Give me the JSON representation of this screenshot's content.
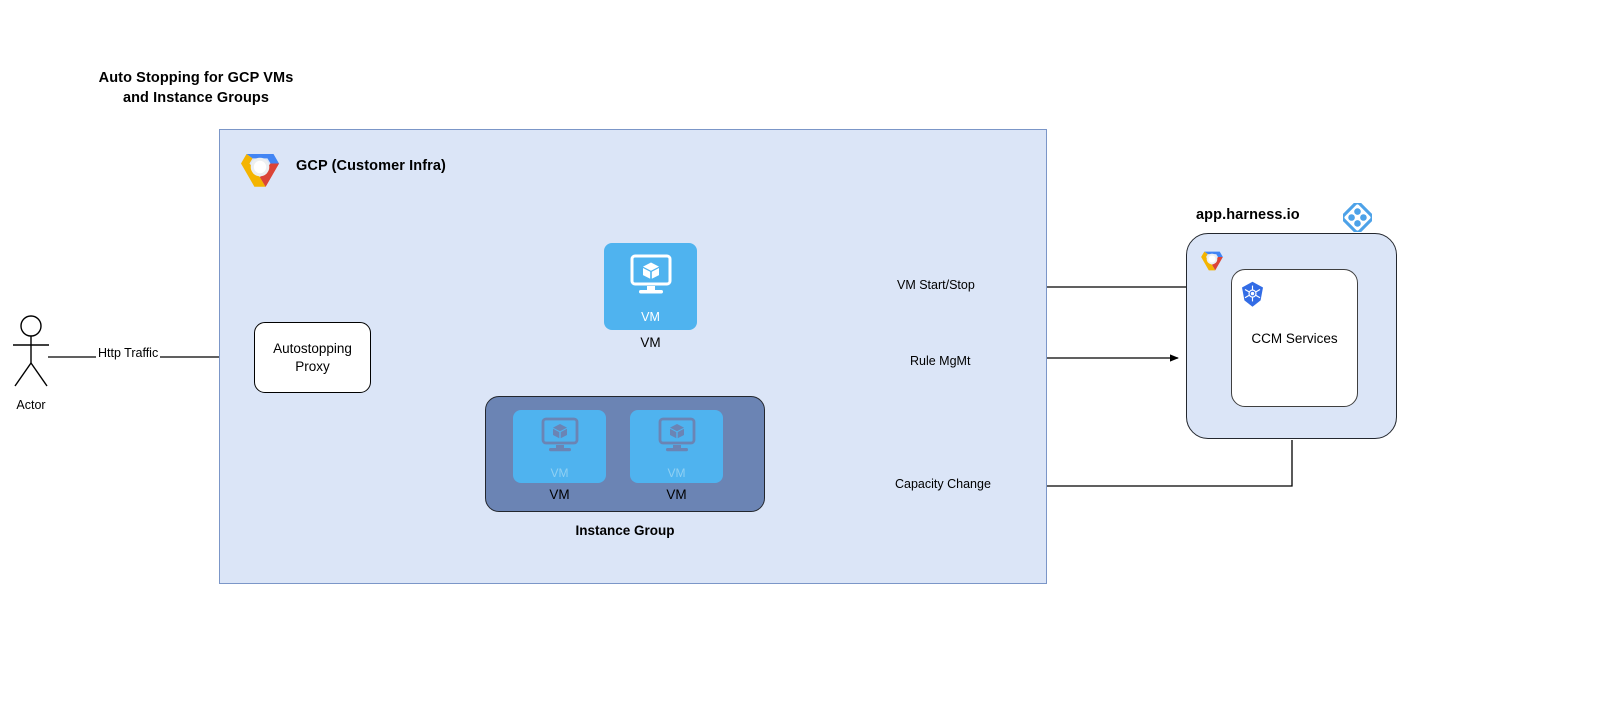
{
  "diagram": {
    "title": "Auto Stopping for GCP VMs\nand Instance Groups",
    "colors": {
      "gcp_container_bg": "#dbe5f7",
      "gcp_container_border": "#7b96c8",
      "vm_box_bg": "#4fb3ef",
      "instance_group_bg": "#6b84b4",
      "instance_group_border": "#23272e",
      "harness_container_bg": "#dbe5f7",
      "harness_logo_blue": "#4da2e8",
      "kubernetes_blue": "#326ce5",
      "connector_stroke": "#000000",
      "white": "#ffffff"
    }
  },
  "actor": {
    "label": "Actor",
    "icon": "stick-figure-actor-icon"
  },
  "gcp": {
    "container_label": "GCP (Customer Infra)",
    "logo_icon": "gcp-logo-icon",
    "proxy": {
      "label": "Autostopping\nProxy"
    },
    "vm_standalone": {
      "inner_label": "VM",
      "outer_label": "VM",
      "icon": "vm-monitor-cube-icon"
    },
    "instance_group": {
      "label": "Instance Group",
      "vms": [
        {
          "inner_label": "VM",
          "outer_label": "VM",
          "icon": "vm-monitor-cube-icon"
        },
        {
          "inner_label": "VM",
          "outer_label": "VM",
          "icon": "vm-monitor-cube-icon"
        }
      ]
    }
  },
  "harness": {
    "title": "app.harness.io",
    "logo_icon": "harness-logo-icon",
    "gcp_logo_icon": "gcp-logo-icon",
    "ccm": {
      "label": "CCM Services",
      "icon": "kubernetes-logo-icon"
    }
  },
  "edges": [
    {
      "id": "http-traffic",
      "label": "Http Traffic",
      "from": "actor",
      "to": "autostopping-proxy"
    },
    {
      "id": "vm-start-stop",
      "label": "VM Start/Stop",
      "from": "ccm-services",
      "to": "vm-standalone"
    },
    {
      "id": "rule-mgmt",
      "label": "Rule MgMt",
      "from": "autostopping-proxy",
      "to": "ccm-services"
    },
    {
      "id": "capacity-change",
      "label": "Capacity Change",
      "from": "ccm-services",
      "to": "instance-group"
    },
    {
      "id": "proxy-to-vm",
      "label": "",
      "from": "autostopping-proxy",
      "to": "vm-standalone"
    },
    {
      "id": "proxy-to-ig",
      "label": "",
      "from": "autostopping-proxy",
      "to": "instance-group"
    }
  ]
}
